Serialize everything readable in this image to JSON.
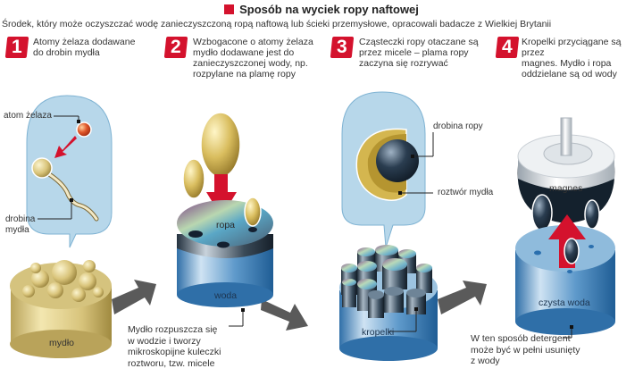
{
  "header": {
    "title": "Sposób na wyciek ropy naftowej",
    "subtitle": "Środek, który może oczyszczać wodę zanieczyszczoną  ropą naftową lub ścieki przemysłowe, opracowali badacze z Wielkiej Brytanii",
    "accent_color": "#d4122d"
  },
  "steps": [
    {
      "number": "1",
      "text_lines": [
        "Atomy żelaza  dodawane",
        "do drobin mydła"
      ]
    },
    {
      "number": "2",
      "text_lines": [
        "Wzbogacone o atomy żelaza",
        "mydło  dodawane jest do",
        "zanieczyszczonej wody, np.",
        "rozpylane na plamę ropy"
      ]
    },
    {
      "number": "3",
      "text_lines": [
        "Cząsteczki ropy otaczane są",
        "przez micele – plama ropy",
        "zaczyna się rozrywać"
      ]
    },
    {
      "number": "4",
      "text_lines": [
        "Kropelki przyciągane są przez",
        "magnes. Mydło i ropa",
        "oddzielane są od wody"
      ]
    }
  ],
  "labels": {
    "iron_atom": "atom żelaza",
    "soap_molecule": [
      "drobina",
      "mydła"
    ],
    "soap": "mydło",
    "oil": "ropa",
    "water": "woda",
    "oil_particle": "drobina ropy",
    "soap_solution": "roztwór mydła",
    "droplets": "kropelki",
    "magnet": "magnes",
    "clean_water": "czysta woda"
  },
  "captions": {
    "micelles": [
      "Mydło  rozpuszcza się",
      "w wodzie i tworzy",
      "mikroskopijne  kuleczki",
      "roztworu, tzw. micele"
    ],
    "detergent": [
      "W ten sposób detergent",
      "może być w pełni usunięty",
      "z wody"
    ]
  }
}
